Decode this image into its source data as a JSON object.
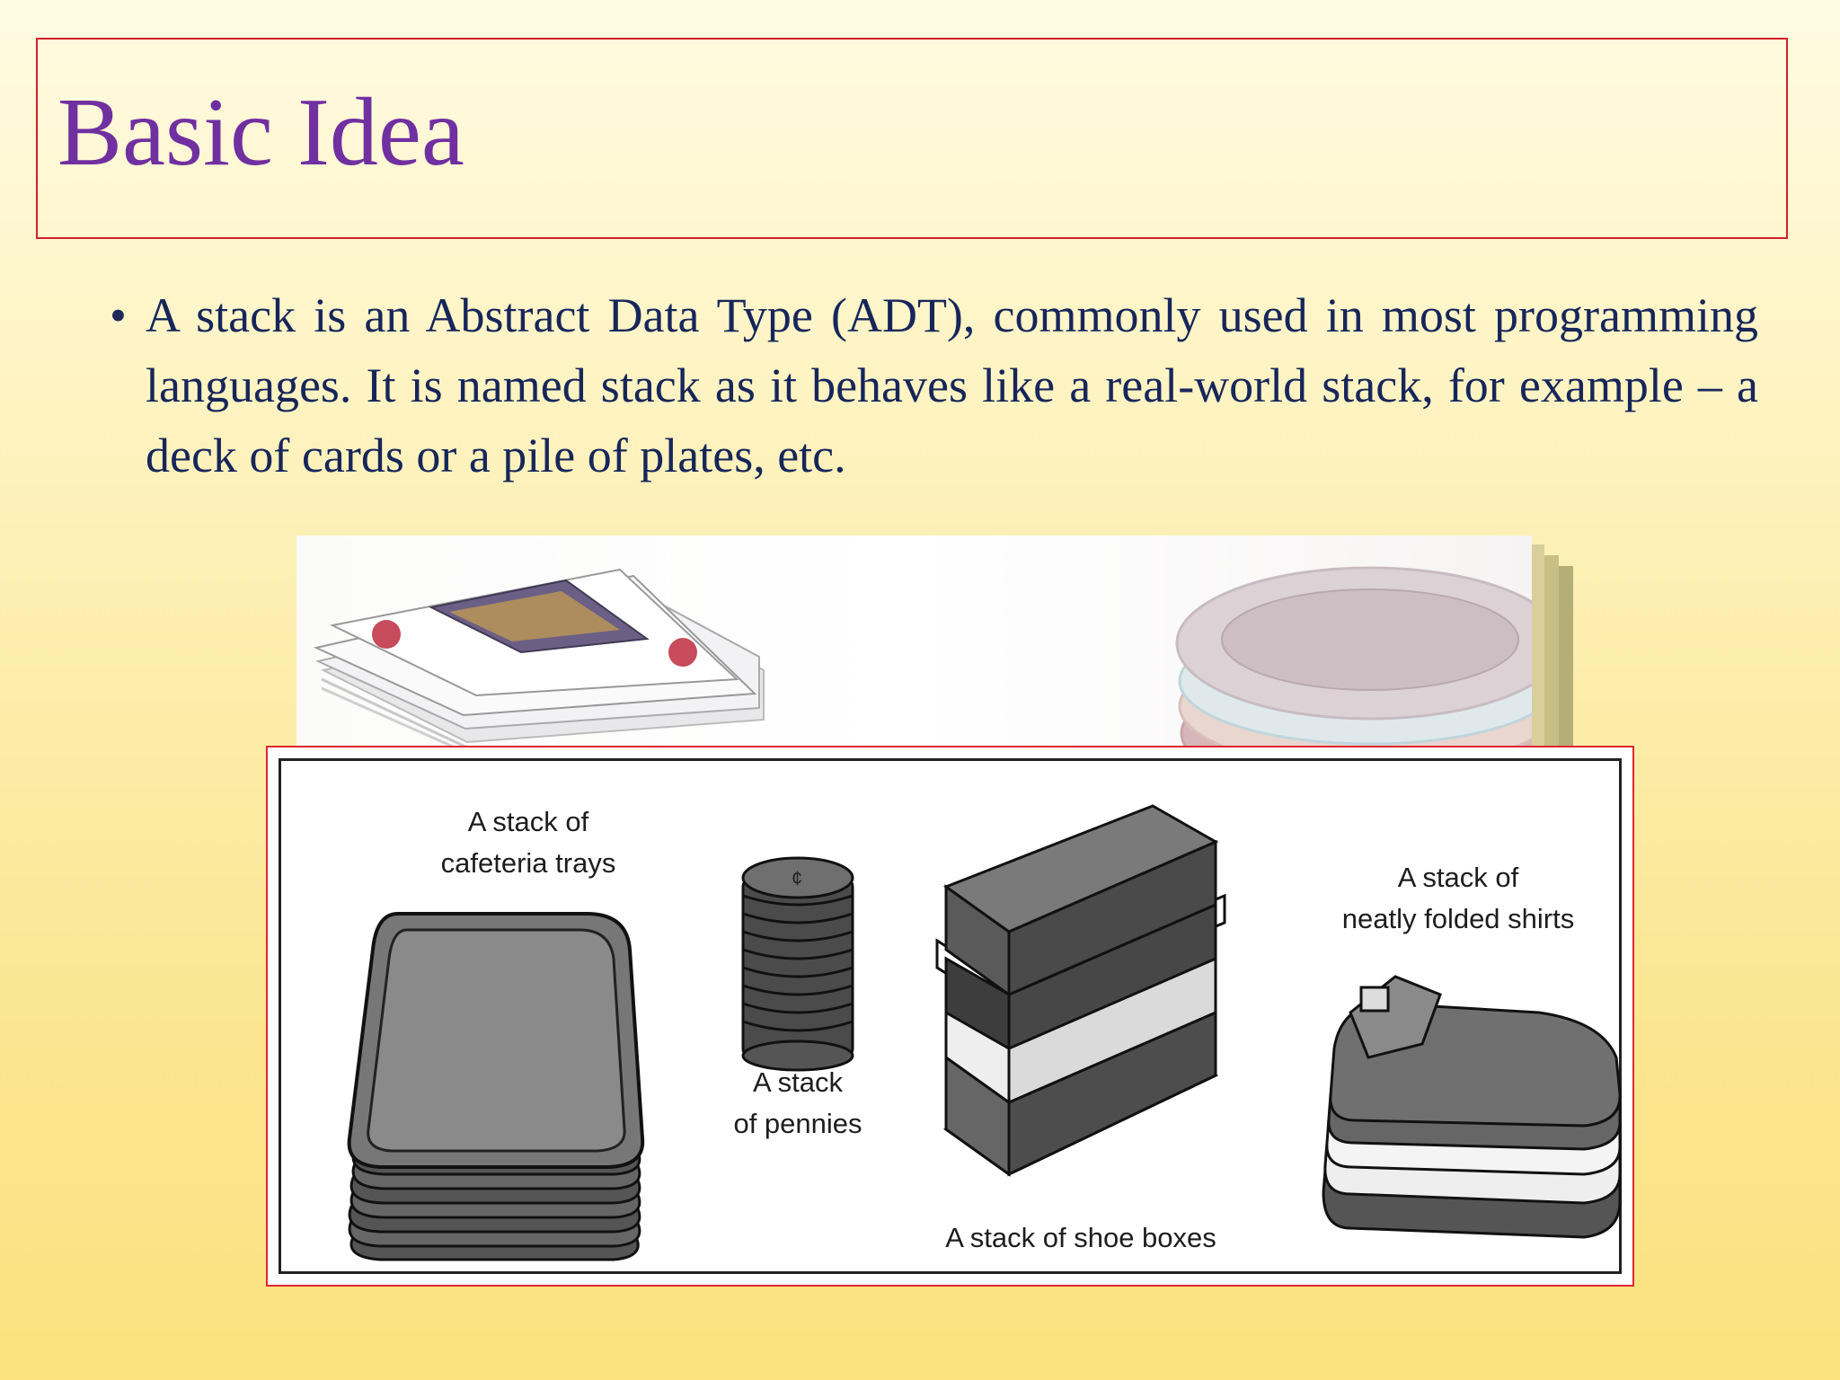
{
  "slide": {
    "title": "Basic Idea",
    "bullet_symbol": "•",
    "bullet_text": "A stack is an Abstract Data Type (ADT), commonly used in most programming languages. It is named stack as it behaves like a real-world stack, for example – a deck of cards or a pile of plates, etc."
  },
  "illustration": {
    "captions": {
      "trays": "A stack of\ncafeteria trays",
      "pennies": "A stack\nof pennies",
      "shoe_boxes": "A stack of shoe boxes",
      "shirts": "A stack of\nneatly folded shirts"
    },
    "photo_items": [
      "playing-cards-stack",
      "plates-stack"
    ],
    "colors": {
      "title": "#7030a0",
      "body_text": "#17265a",
      "frame_red": "#d2202a"
    }
  }
}
